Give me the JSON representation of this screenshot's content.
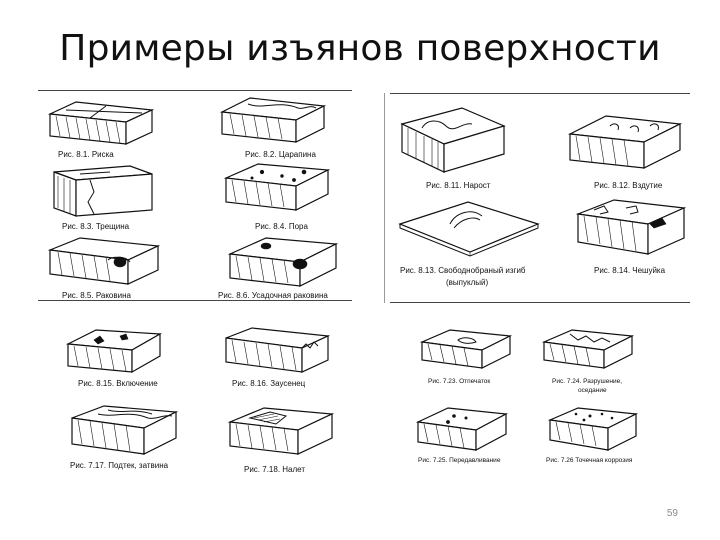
{
  "slide": {
    "title": "Примеры изъянов поверхности",
    "page_number": "59"
  },
  "left_panel": {
    "captions": {
      "fig_8_1": "Рис. 8.1. Риска",
      "fig_8_2": "Рис. 8.2. Царапина",
      "fig_8_3": "Рис. 8.3. Трещина",
      "fig_8_4": "Рис. 8.4. Пора",
      "fig_8_5": "Рис. 8.5. Раковина",
      "fig_8_6": "Рис. 8.6. Усадочная раковина",
      "fig_8_15": "Рис. 8.15. Включение",
      "fig_8_16": "Рис. 8.16. Заусенец",
      "fig_7_17": "Рис. 7.17. Подтек, затвина",
      "fig_7_18": "Рис. 7.18. Налет"
    }
  },
  "right_panel": {
    "captions": {
      "fig_8_11": "Рис. 8.11. Нарост",
      "fig_8_12": "Рис. 8.12. Вздутие",
      "fig_8_13_line1": "Рис. 8.13. Свободнобраный изгиб",
      "fig_8_13_line2": "(выпуклый)",
      "fig_8_14": "Рис. 8.14. Чешуйка",
      "fig_7_23": "Рис. 7.23. Отпечаток",
      "fig_7_24_line1": "Рис. 7.24. Разрушение,",
      "fig_7_24_line2": "оседание",
      "fig_7_25": "Рис. 7.25. Передавливание",
      "fig_7_26": "Рис. 7.26 Точечная коррозия"
    }
  }
}
